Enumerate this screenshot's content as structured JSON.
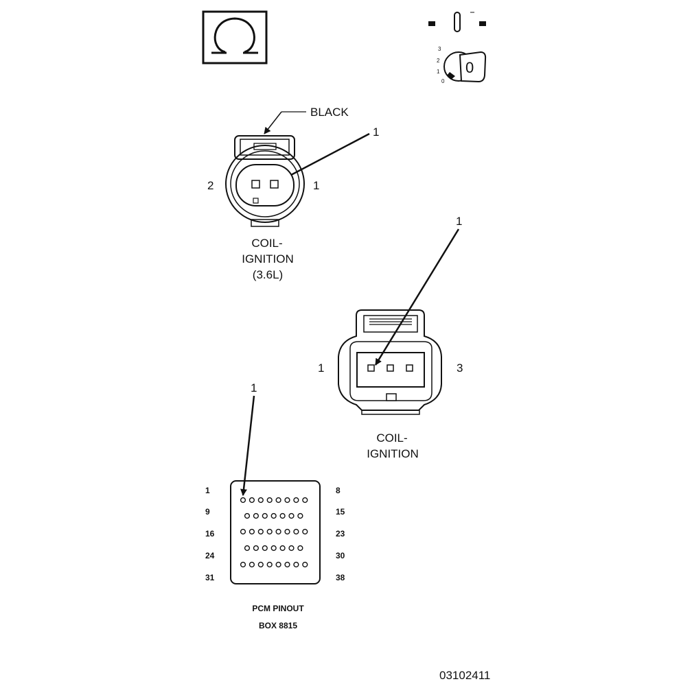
{
  "ohmmeter": {
    "symbol": "Ω"
  },
  "ignition_key": {
    "positions": [
      "3",
      "2",
      "1",
      "0"
    ],
    "key_label": "0"
  },
  "coil_36l": {
    "callout_color": "BLACK",
    "callout_pin": "1",
    "pin_left": "2",
    "pin_right": "1",
    "caption": [
      "COIL-",
      "IGNITION",
      "(3.6L)"
    ]
  },
  "coil": {
    "callout_pin": "1",
    "pin_left": "1",
    "pin_right": "3",
    "caption": [
      "COIL-",
      "IGNITION"
    ]
  },
  "pcm_pinout": {
    "callout_pin": "1",
    "left_labels": [
      "1",
      "9",
      "16",
      "24",
      "31"
    ],
    "right_labels": [
      "8",
      "15",
      "23",
      "30",
      "38"
    ],
    "row_counts": [
      8,
      7,
      8,
      7,
      8
    ],
    "caption": [
      "PCM PINOUT",
      "BOX 8815"
    ]
  },
  "figure_id": "03102411"
}
